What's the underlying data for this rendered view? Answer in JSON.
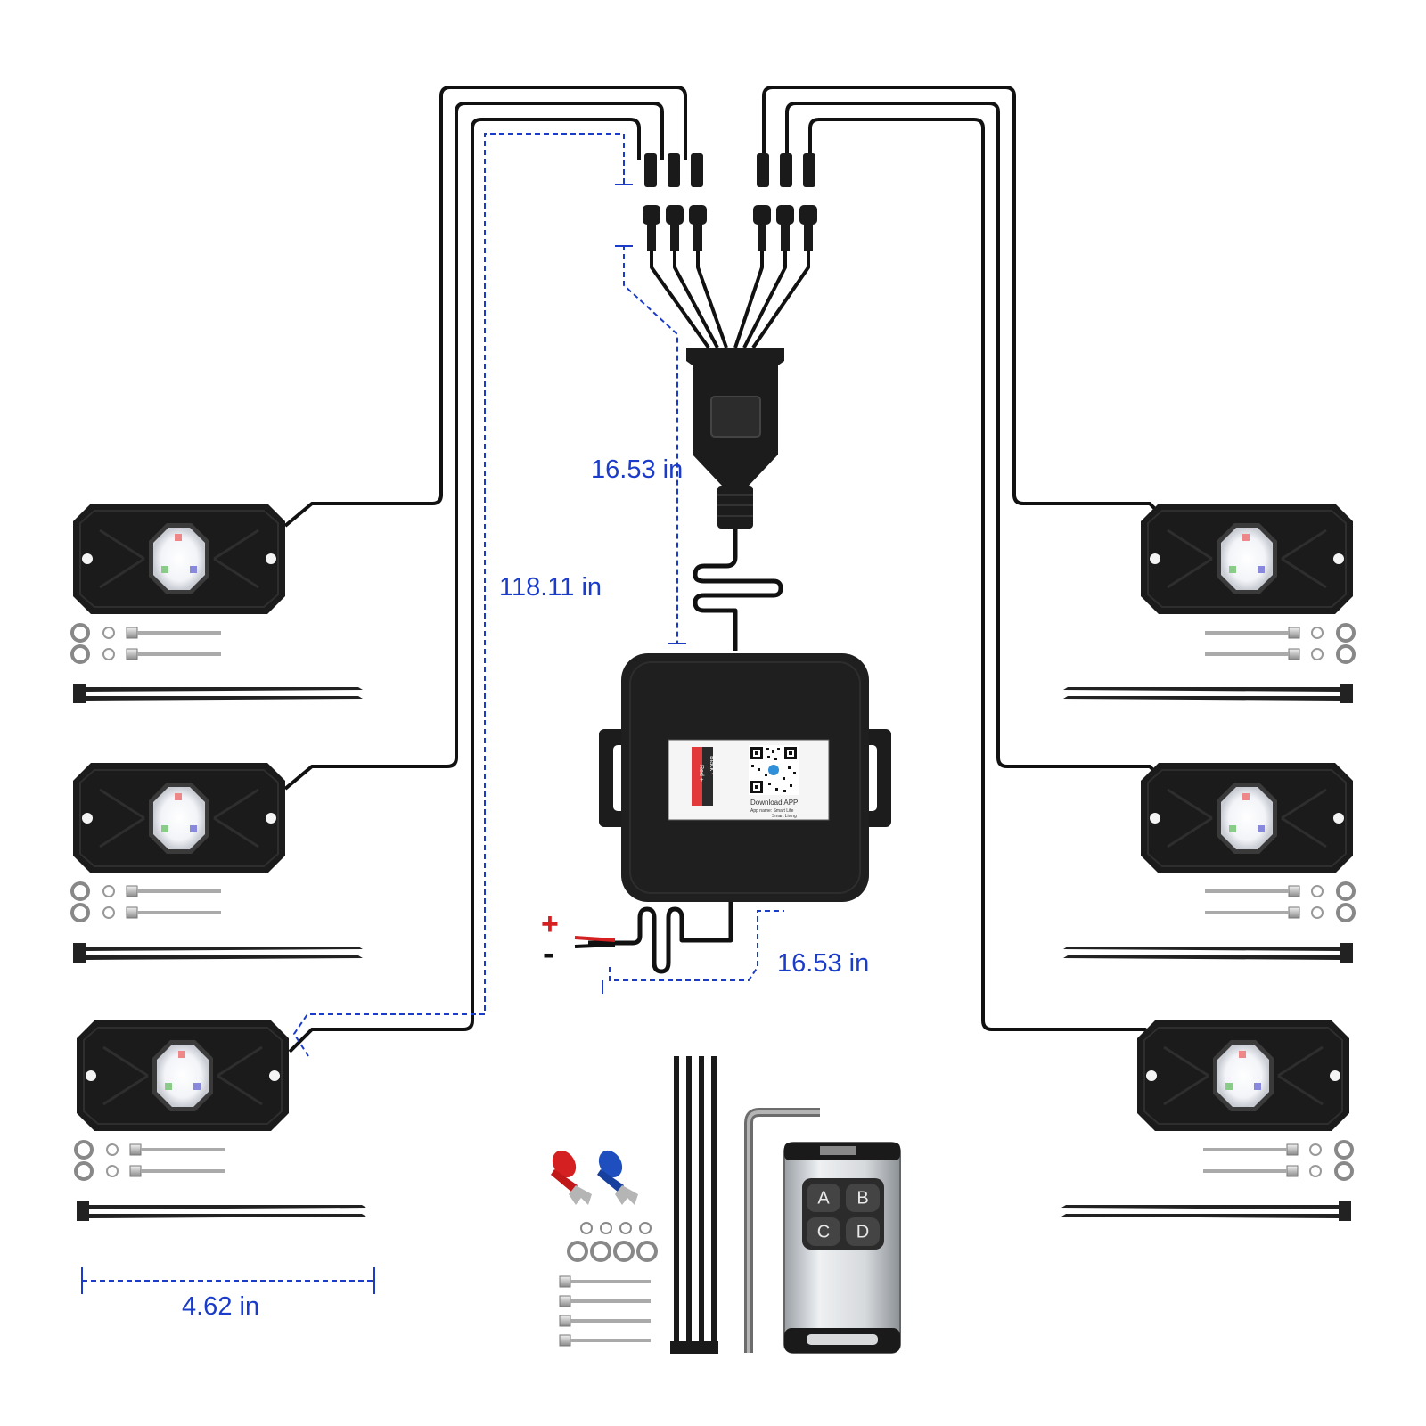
{
  "dimensions": {
    "adapter_length": "16.53 in",
    "extension_length": "118.11 in",
    "power_lead_length": "16.53 in",
    "pod_width": "4.62 in"
  },
  "polarity": {
    "positive": "+",
    "negative": "-"
  },
  "controller_label": {
    "wire_black": "Black -",
    "wire_red": "Red +",
    "download": "Download APP",
    "app_line1": "App name: Smart Life",
    "app_line2": "Smart Living"
  },
  "remote_buttons": [
    "A",
    "B",
    "C",
    "D"
  ],
  "colors": {
    "dimension_line": "#1a3cc8",
    "pod_body": "#1c1c1c",
    "wire": "#111111",
    "red_terminal": "#d42020",
    "blue_terminal": "#1f4fbf"
  }
}
